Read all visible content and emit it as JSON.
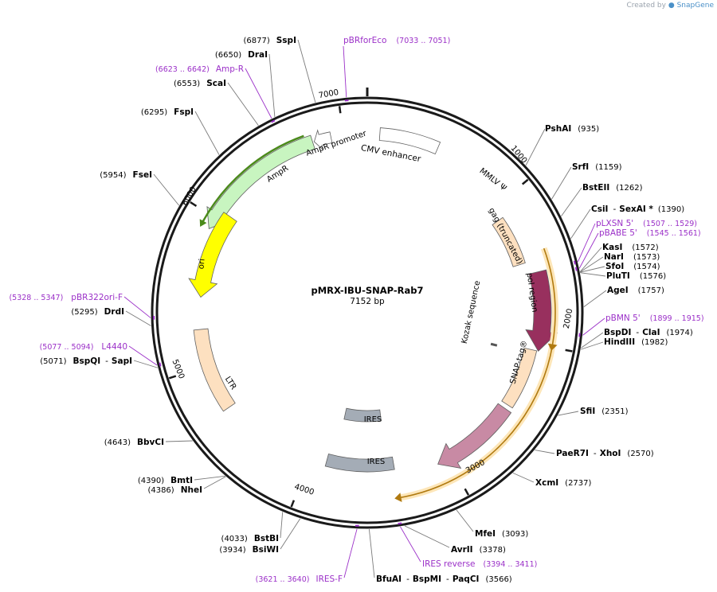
{
  "watermark": {
    "prefix": "Created by",
    "brand": "SnapGene"
  },
  "plasmid": {
    "name": "pMRX-IBU-SNAP-Rab7",
    "length": "7152 bp"
  },
  "ticks": [
    "1000",
    "2000",
    "3000",
    "4000",
    "5000",
    "6000",
    "7000"
  ],
  "features": {
    "cmv": "CMV enhancer",
    "mmlv": "MMLV Ψ",
    "gag": "gag (truncated)",
    "pol": "pol region",
    "kozak": "Kozak sequence",
    "snap": "SNAP-tag®",
    "ires1": "IRES",
    "ires2": "IRES",
    "ltr": "LTR",
    "ori": "ori",
    "ampr": "AmpR",
    "amppro": "AmpR promoter"
  },
  "sites": {
    "pshai": {
      "name": "PshAI",
      "pos": "(935)"
    },
    "srfi": {
      "name": "SrfI",
      "pos": "(1159)"
    },
    "bsteii": {
      "name": "BstEII",
      "pos": "(1262)"
    },
    "csii": {
      "name": "CsiI",
      "sep": "-",
      "name2": "SexAI *",
      "pos": "(1390)"
    },
    "plxsn": {
      "name": "pLXSN 5'",
      "pos": "(1507 .. 1529)"
    },
    "pbabe": {
      "name": "pBABE 5'",
      "pos": "(1545 .. 1561)"
    },
    "kasi": {
      "name": "KasI",
      "pos": "(1572)"
    },
    "nari": {
      "name": "NarI",
      "pos": "(1573)"
    },
    "sfoi": {
      "name": "SfoI",
      "pos": "(1574)"
    },
    "pluti": {
      "name": "PluTI",
      "pos": "(1576)"
    },
    "agei": {
      "name": "AgeI",
      "pos": "(1757)"
    },
    "pbmn": {
      "name": "pBMN 5'",
      "pos": "(1899 .. 1915)"
    },
    "bspdi": {
      "name": "BspDI",
      "sep": "-",
      "name2": "ClaI",
      "pos": "(1974)"
    },
    "hindiii": {
      "name": "HindIII",
      "pos": "(1982)"
    },
    "sfii": {
      "name": "SfiI",
      "pos": "(2351)"
    },
    "paer7i": {
      "name": "PaeR7I",
      "sep": "-",
      "name2": "XhoI",
      "pos": "(2570)"
    },
    "xcmi": {
      "name": "XcmI",
      "pos": "(2737)"
    },
    "mfei": {
      "name": "MfeI",
      "pos": "(3093)"
    },
    "avrii": {
      "name": "AvrII",
      "pos": "(3378)"
    },
    "iresrev": {
      "name": "IRES reverse",
      "pos": "(3394 .. 3411)"
    },
    "bfuai": {
      "name": "BfuAI",
      "sep": "-",
      "name2": "BspMI",
      "sep2": "-",
      "name3": "PaqCI",
      "pos": "(3566)"
    },
    "iresf": {
      "name": "IRES-F",
      "pos": "(3621 .. 3640)"
    },
    "bsiwi": {
      "name": "BsiWI",
      "pos": "(3934)"
    },
    "bstbi": {
      "name": "BstBI",
      "pos": "(4033)"
    },
    "nhei": {
      "name": "NheI",
      "pos": "(4386)"
    },
    "bmti": {
      "name": "BmtI",
      "pos": "(4390)"
    },
    "bbvci": {
      "name": "BbvCI",
      "pos": "(4643)"
    },
    "bspqi": {
      "name": "BspQI",
      "sep": "-",
      "name2": "SapI",
      "pos": "(5071)"
    },
    "l4440": {
      "name": "L4440",
      "pos": "(5077 .. 5094)"
    },
    "drdi": {
      "name": "DrdI",
      "pos": "(5295)"
    },
    "pbr322ori": {
      "name": "pBR322ori-F",
      "pos": "(5328 .. 5347)"
    },
    "fsei": {
      "name": "FseI",
      "pos": "(5954)"
    },
    "fspi": {
      "name": "FspI",
      "pos": "(6295)"
    },
    "scai": {
      "name": "ScaI",
      "pos": "(6553)"
    },
    "ampr_primer": {
      "name": "Amp-R",
      "pos": "(6623 .. 6642)"
    },
    "drai": {
      "name": "DraI",
      "pos": "(6650)"
    },
    "sspi": {
      "name": "SspI",
      "pos": "(6877)"
    },
    "pbrforeco": {
      "name": "pBRforEco",
      "pos": "(7033 .. 7051)"
    }
  },
  "colors": {
    "backbone": "#1a1a1a",
    "primer": "#9b30c8",
    "orf": "#e8a33a",
    "ori": "#ffff00",
    "ampr": "#c8f5c0",
    "ampr_orf": "#4a8a1a",
    "ltr": "#fde0c0",
    "gag": "#98305e",
    "snap": "#c88aa4",
    "ires": "#a4acb6",
    "enhancer": "#ffffff"
  }
}
